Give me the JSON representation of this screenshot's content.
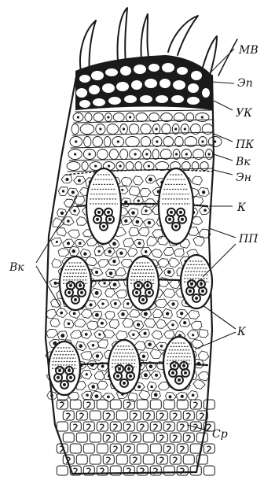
{
  "figure": {
    "labels": {
      "mv": "МВ",
      "ep": "Эп",
      "uk": "УК",
      "pk": "ПК",
      "vk_right": "Вк",
      "en": "Эн",
      "k_top": "К",
      "pp": "ПП",
      "vk_left": "Вк",
      "k_bottom": "К",
      "sr": "Ср"
    },
    "colors": {
      "ink": "#1a1a1a",
      "paper": "#ffffff",
      "shade": "#3a3a3a"
    }
  }
}
